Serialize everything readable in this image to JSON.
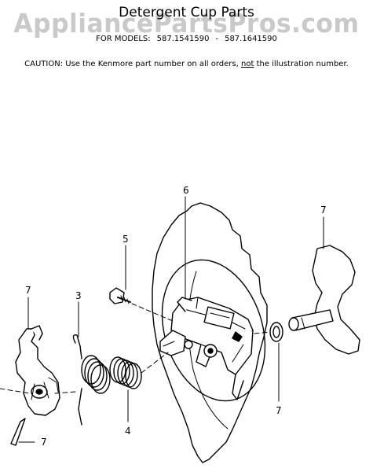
{
  "watermark": "AppliancePartsPros.com",
  "title": "Detergent Cup Parts",
  "models": {
    "prefix": "FOR MODELS:",
    "first": "587.1541590",
    "separator": "-",
    "second": "587.1641590"
  },
  "caution": {
    "prefix": "CAUTION:  Use the Kenmore part number on all orders,",
    "not_word": "not",
    "suffix": "the illustration number."
  },
  "callouts": {
    "cup_assembly": "6",
    "lid_right": "7",
    "screw": "5",
    "spring": "3",
    "lid_left": "7",
    "torsion_spring": "4",
    "washer": "7",
    "pin": "7"
  }
}
